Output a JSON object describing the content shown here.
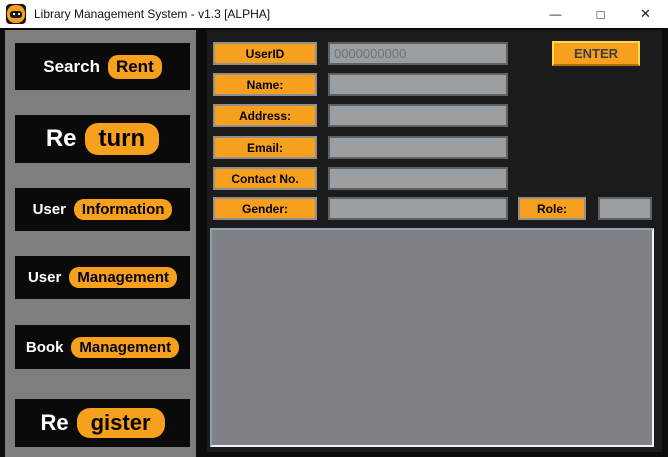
{
  "titlebar": {
    "title": "Library Management System - v1.3 [ALPHA]",
    "minimize_glyph": "—",
    "maximize_glyph": "□",
    "close_glyph": "✕"
  },
  "sidebar": {
    "buttons": [
      {
        "plain": "Search",
        "chip": "Rent"
      },
      {
        "plain": "Re",
        "chip": "turn"
      },
      {
        "plain": "User",
        "chip": "Information"
      },
      {
        "plain": "User",
        "chip": "Management"
      },
      {
        "plain": "Book",
        "chip": "Management"
      },
      {
        "plain": "Re",
        "chip": "gister"
      }
    ]
  },
  "form": {
    "fields": [
      {
        "label": "UserID",
        "placeholder": "0000000000"
      },
      {
        "label": "Name:"
      },
      {
        "label": "Address:"
      },
      {
        "label": "Email:"
      },
      {
        "label": "Contact No."
      },
      {
        "label": "Gender:"
      }
    ],
    "role_label": "Role:",
    "enter_button": "ENTER"
  },
  "colors": {
    "accent_orange": "#f7a01e",
    "enter_border_yellow": "#ffd94a",
    "sidebar_gray": "#7e7e7e",
    "panel_dark": "#1b1b1b",
    "input_gray": "#9b9fa2",
    "grid_panel_gray": "#7f8287"
  }
}
